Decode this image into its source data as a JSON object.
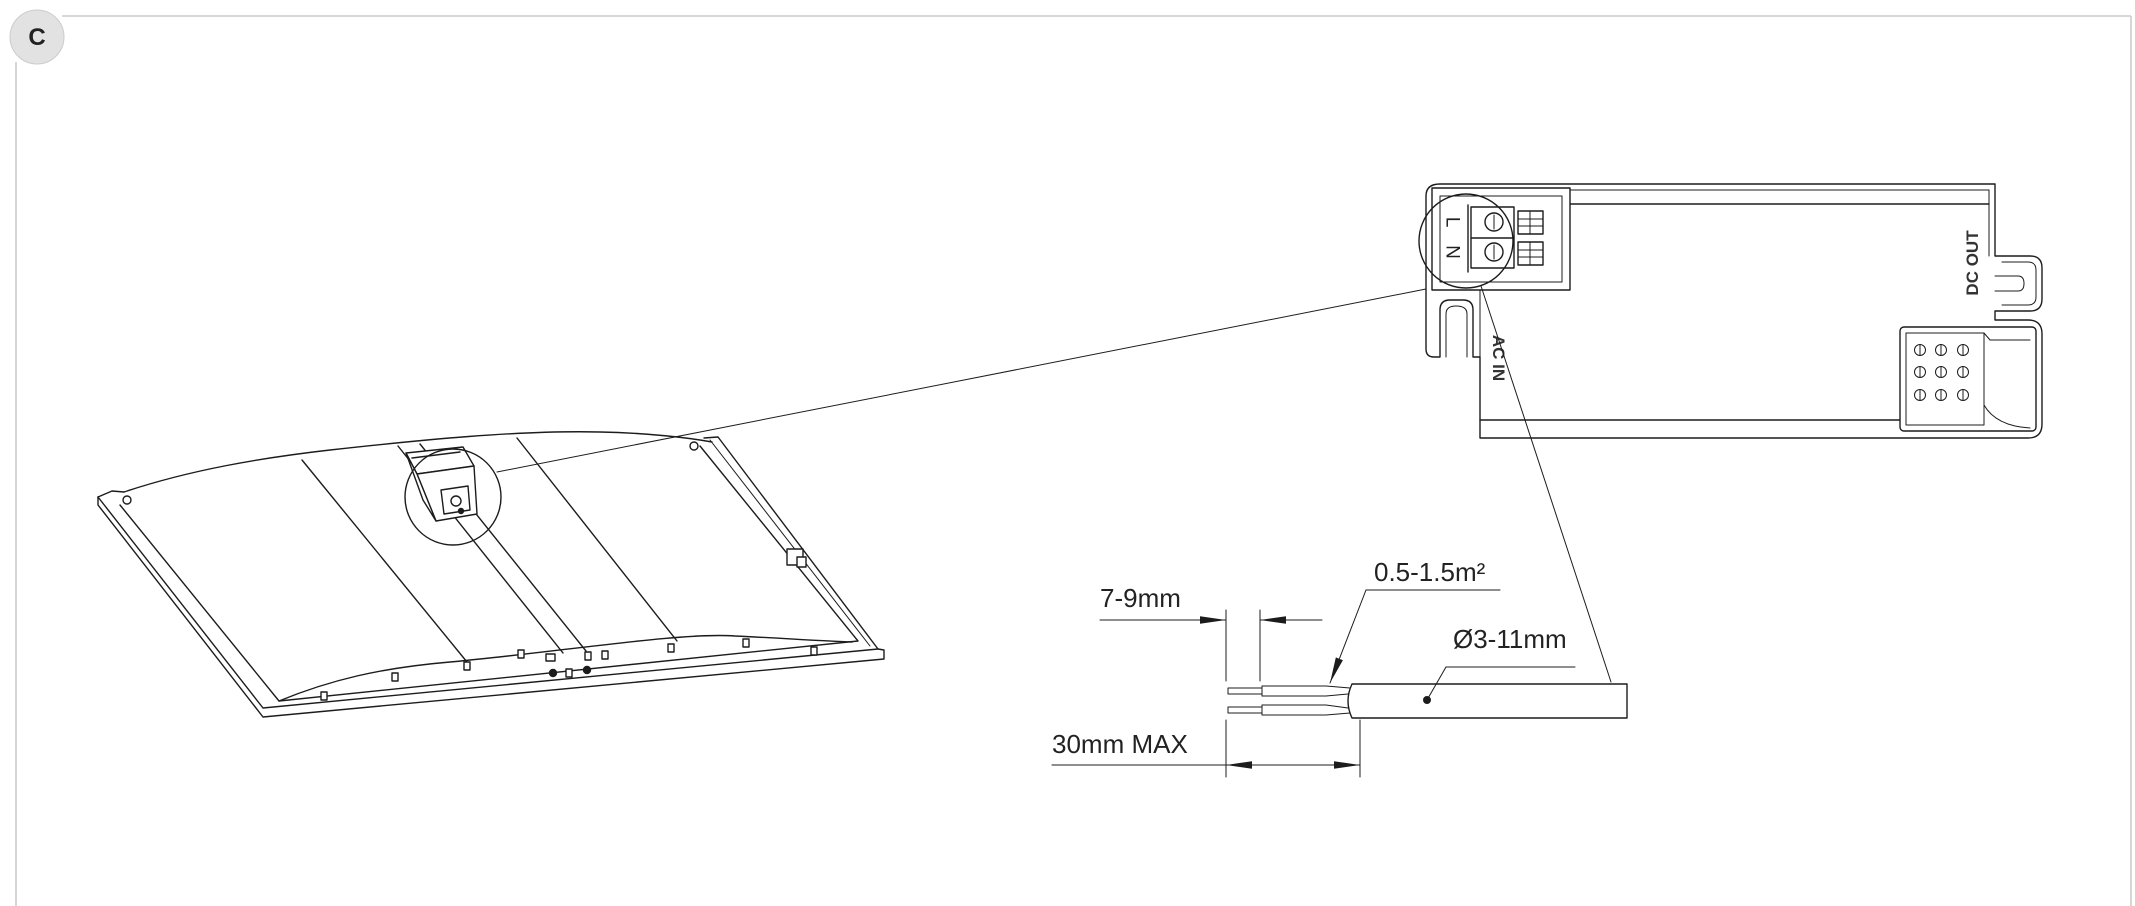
{
  "figure": {
    "label": "C"
  },
  "driver": {
    "terminal": {
      "live": "L",
      "neutral": "N"
    },
    "ac_in": "AC IN",
    "dc_out": "DC OUT"
  },
  "cable": {
    "strip_length": "7-9mm",
    "conductor_cross_section": "0.5-1.5m²",
    "cable_diameter": "Ø3-11mm",
    "max_length": "30mm MAX"
  },
  "colors": {
    "line": "#1c1c1c",
    "text": "#222222",
    "frame": "#cccccc",
    "badge": "#e2e2e2"
  }
}
